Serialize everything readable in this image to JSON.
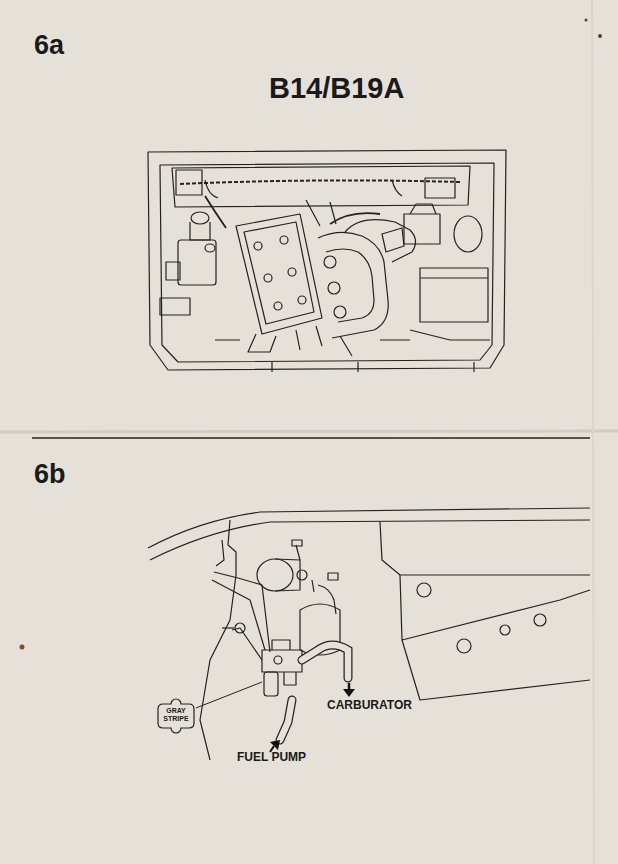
{
  "diagram": {
    "title": "B14/B19A",
    "nodes": [
      {
        "text": [
          "GRAY STRIPE"
        ]
      }
    ],
    "labels": [
      "6a",
      "6b",
      "CARBURATOR",
      "FUEL PUMP"
    ]
  }
}
